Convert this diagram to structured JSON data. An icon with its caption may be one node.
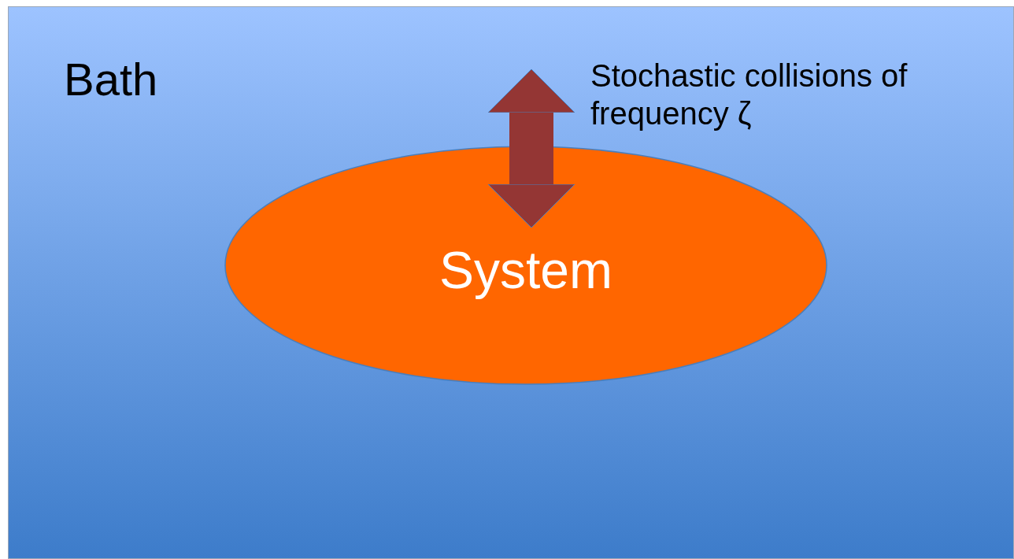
{
  "diagram": {
    "nodes": [
      {
        "text": [
          "Bath"
        ]
      },
      {
        "text": [
          "System"
        ],
        "in": 0
      }
    ],
    "edges": [
      {
        "from": 0,
        "to": 1,
        "arrow": "both",
        "label": "Stochastic collisions of frequency ζ"
      }
    ]
  }
}
